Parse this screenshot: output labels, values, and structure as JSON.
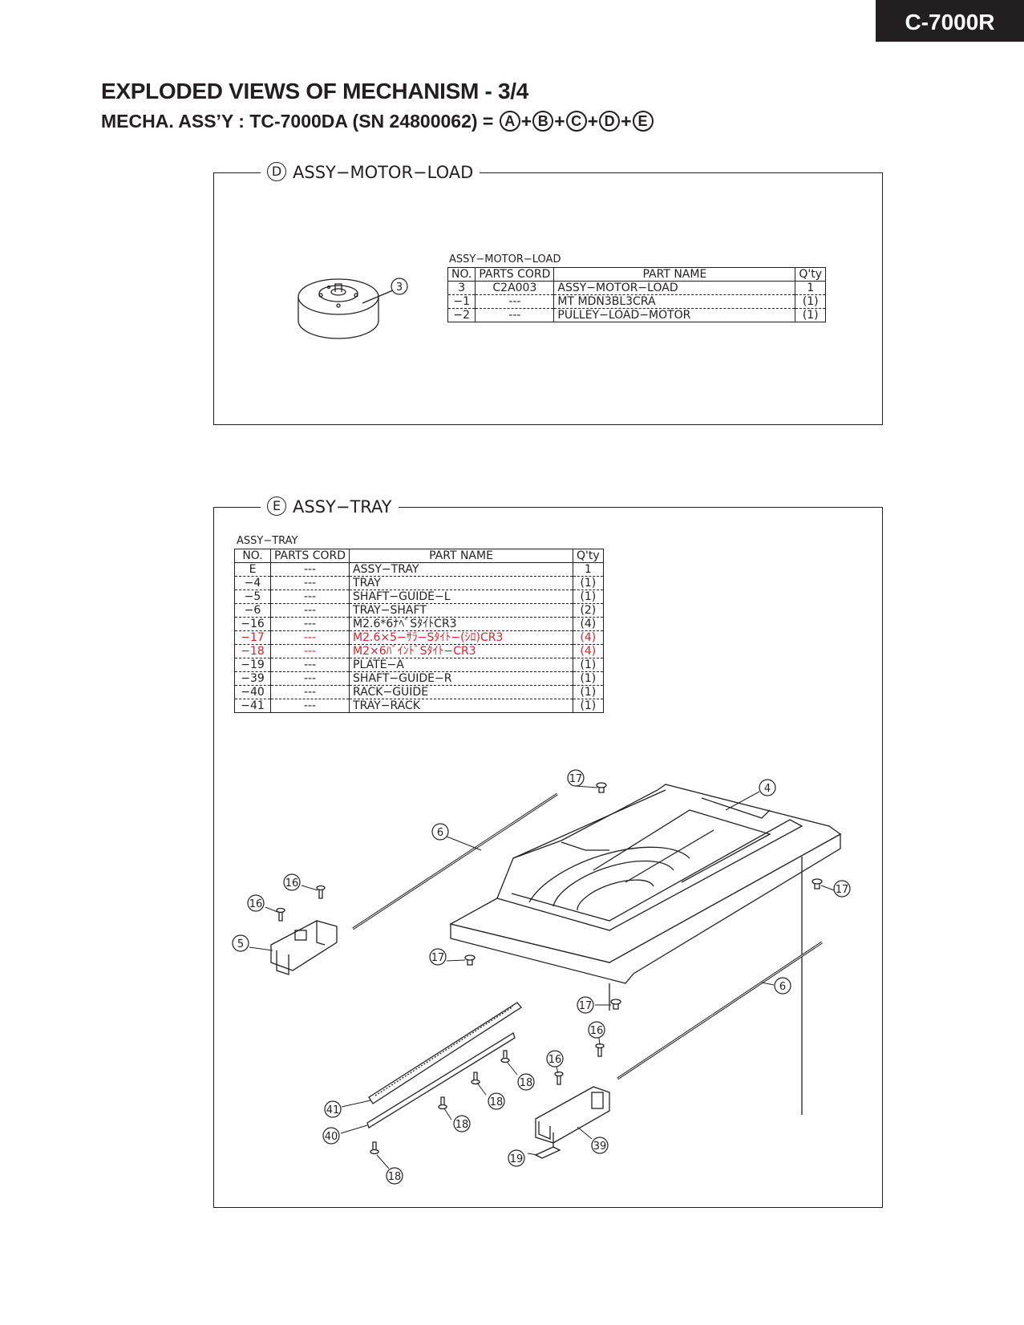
{
  "header": {
    "model": "C-7000R"
  },
  "title": "EXPLODED VIEWS OF MECHANISM - 3/4",
  "subtitle": {
    "prefix": "MECHA. ASS’Y : TC-7000DA (SN 24800062) = ",
    "parts": [
      "A",
      "B",
      "C",
      "D",
      "E"
    ],
    "joiner": "+"
  },
  "panel_d": {
    "letter": "D",
    "label": "ASSY−MOTOR−LOAD",
    "table_caption": "ASSY−MOTOR−LOAD",
    "columns": [
      "NO.",
      "PARTS CORD",
      "PART NAME",
      "Q'ty"
    ],
    "rows": [
      {
        "no": "3",
        "code": "C2A003",
        "name": "ASSY−MOTOR−LOAD",
        "qty": "1"
      },
      {
        "no": "−1",
        "code": "---",
        "name": "MT MDN3BL3CRA",
        "qty": "(1)"
      },
      {
        "no": "−2",
        "code": "---",
        "name": "PULLEY−LOAD−MOTOR",
        "qty": "(1)"
      }
    ],
    "callout": "3"
  },
  "panel_e": {
    "letter": "E",
    "label": "ASSY−TRAY",
    "table_caption": "ASSY−TRAY",
    "columns": [
      "NO.",
      "PARTS CORD",
      "PART NAME",
      "Q'ty"
    ],
    "rows": [
      {
        "no": "E",
        "code": "---",
        "name": "ASSY−TRAY",
        "qty": "1",
        "red": false
      },
      {
        "no": "−4",
        "code": "---",
        "name": "TRAY",
        "qty": "(1)",
        "red": false
      },
      {
        "no": "−5",
        "code": "---",
        "name": "SHAFT−GUIDE−L",
        "qty": "(1)",
        "red": false
      },
      {
        "no": "−6",
        "code": "---",
        "name": "TRAY−SHAFT",
        "qty": "(2)",
        "red": false
      },
      {
        "no": "−16",
        "code": "---",
        "name": "M2.6*6ﾅﾍﾞSﾀｲﾄCR3",
        "qty": "(4)",
        "red": false
      },
      {
        "no": "−17",
        "code": "---",
        "name": "M2.6×5−ｻﾗ−Sﾀｲﾄ−(ｼﾛ)CR3",
        "qty": "(4)",
        "red": true
      },
      {
        "no": "−18",
        "code": "---",
        "name": "M2×6ﾊﾞｲﾝﾄﾞSﾀｲﾄ−CR3",
        "qty": "(4)",
        "red": true
      },
      {
        "no": "−19",
        "code": "---",
        "name": "PLATE−A",
        "qty": "(1)",
        "red": false
      },
      {
        "no": "−39",
        "code": "---",
        "name": "SHAFT−GUIDE−R",
        "qty": "(1)",
        "red": false
      },
      {
        "no": "−40",
        "code": "---",
        "name": "RACK−GUIDE",
        "qty": "(1)",
        "red": false
      },
      {
        "no": "−41",
        "code": "---",
        "name": "TRAY−RACK",
        "qty": "(1)",
        "red": false
      }
    ],
    "callouts": [
      "17",
      "4",
      "6",
      "16",
      "16",
      "5",
      "17",
      "17",
      "6",
      "17",
      "16",
      "16",
      "18",
      "41",
      "18",
      "40",
      "18",
      "18",
      "39",
      "19"
    ]
  }
}
